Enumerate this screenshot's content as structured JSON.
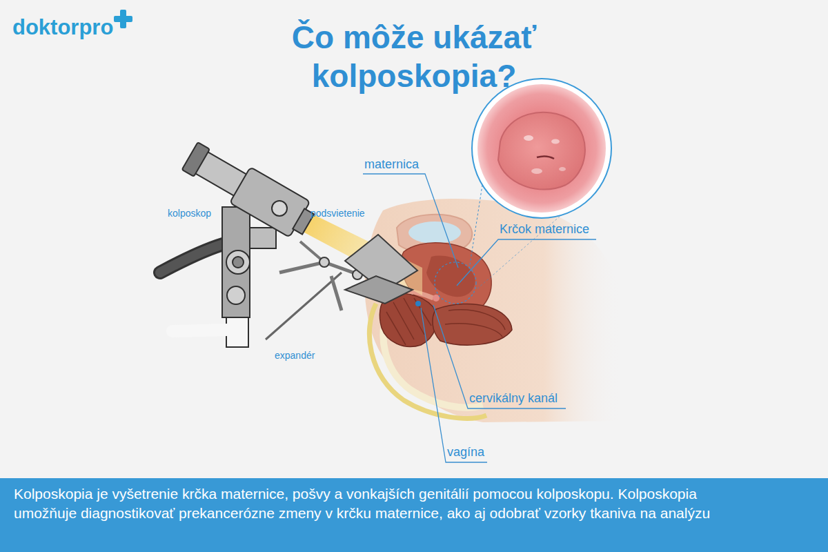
{
  "diagram": {
    "title": "Čo môže ukázať kolposkopia?",
    "caption": "Kolposkopia je vyšetrenie krčka maternice, pošvy a vonkajších genitálií pomocou kolposkopu. Kolposkopia umožňuje diagnostikovať prekancerózne zmeny v krčku maternice, ako aj odobrať vzorky tkaniva na analýzu",
    "labels": [
      "doktorpro",
      "kolposkop",
      "podsvietenie",
      "expandér",
      "maternica",
      "Krčok maternice",
      "cervikálny kanál",
      "vagína"
    ]
  }
}
